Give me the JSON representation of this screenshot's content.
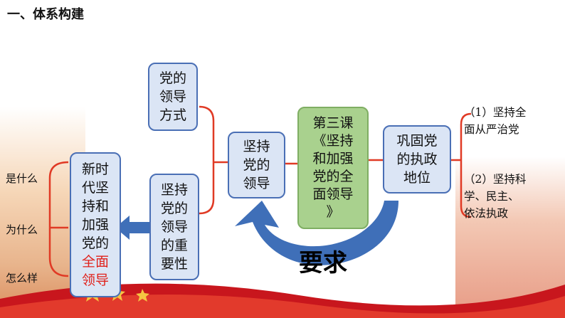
{
  "title": "一、体系构建",
  "left_labels": [
    "是什么",
    "为什么",
    "怎么样"
  ],
  "main_box": {
    "lines": [
      "新时",
      "代坚",
      "持和",
      "加强",
      "党的"
    ],
    "red_lines": [
      "全面",
      "领导"
    ]
  },
  "box_fangshi": {
    "lines": [
      "党的",
      "领导",
      "方式"
    ]
  },
  "box_zhongyao": {
    "lines": [
      "坚持",
      "党的",
      "领导",
      "的重",
      "要性"
    ]
  },
  "box_jianchi": {
    "lines": [
      "坚持",
      "党的",
      "领导"
    ]
  },
  "box_lesson": {
    "lines": [
      "第三课",
      "《坚持",
      "和加强",
      "党的全",
      "面领导",
      "》"
    ]
  },
  "box_gonggu": {
    "lines": [
      "巩固党",
      "的执政",
      "地位"
    ]
  },
  "right_items": [
    [
      "（1）坚持全",
      "面从严治党"
    ],
    [
      "（2）坚持科",
      "学、民主、",
      "依法执政"
    ]
  ],
  "arrow_label": "要求",
  "colors": {
    "box_blue_border": "#4a6fb5",
    "box_fill": "#dbe5f5",
    "lesson_fill": "#a9d18e",
    "bracket": "#e03a25",
    "arrow_blue": "#3f6fb8",
    "highlight_red": "#e0221c"
  }
}
